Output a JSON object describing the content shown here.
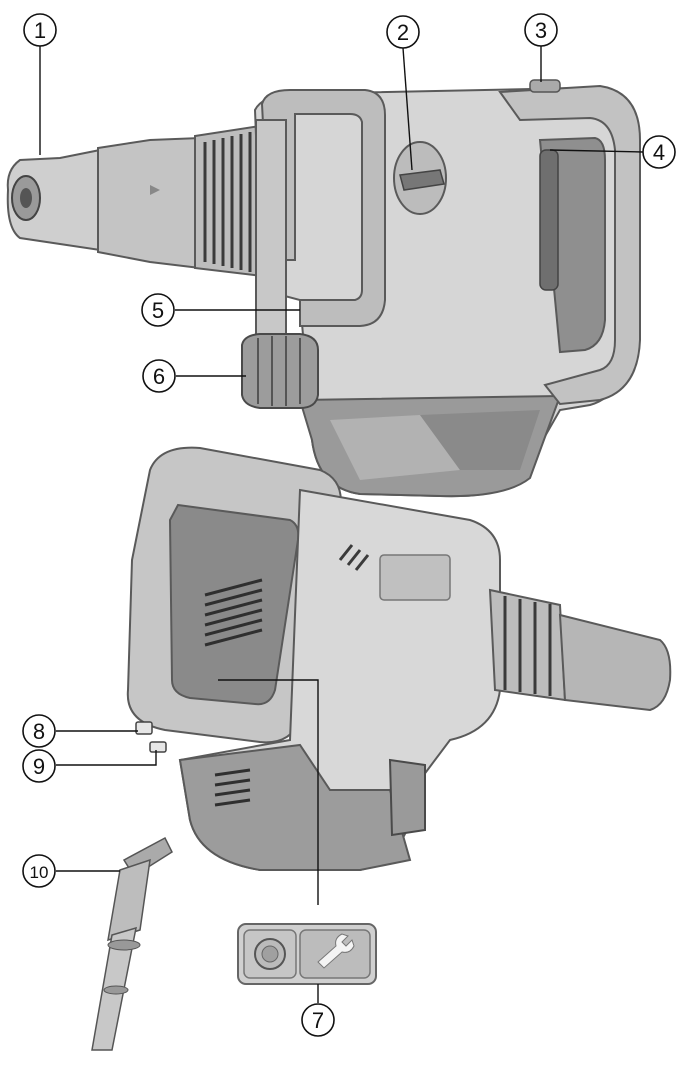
{
  "callouts": [
    {
      "id": "1",
      "label": "①"
    },
    {
      "id": "2",
      "label": "②"
    },
    {
      "id": "3",
      "label": "③"
    },
    {
      "id": "4",
      "label": "④"
    },
    {
      "id": "5",
      "label": "⑤"
    },
    {
      "id": "6",
      "label": "⑥"
    },
    {
      "id": "7",
      "label": "⑦"
    },
    {
      "id": "8",
      "label": "⑧"
    },
    {
      "id": "9",
      "label": "⑨"
    },
    {
      "id": "10",
      "label": "⑩"
    }
  ],
  "colors": {
    "body_light": "#d6d6d6",
    "body_mid": "#b4b4b4",
    "body_dark": "#8c8c8c",
    "outline": "#5a5a5a",
    "ink": "#111111"
  }
}
